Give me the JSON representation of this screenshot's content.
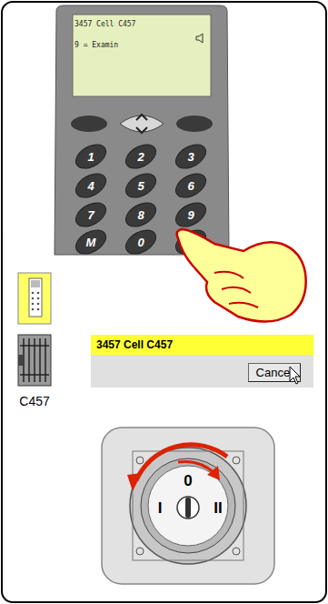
{
  "diagram": {
    "nodes": [
      {
        "text": [
          "3457 Cell C457",
          "9 = Examin"
        ]
      },
      {
        "text": [
          "3457 Cell C457"
        ]
      },
      {
        "text": [
          "Cancel"
        ],
        "in": 1
      }
    ],
    "labels": [
      "1",
      "2",
      "3",
      "4",
      "5",
      "6",
      "7",
      "8",
      "9",
      "M",
      "0",
      "C457",
      "0",
      "I",
      "II"
    ]
  }
}
